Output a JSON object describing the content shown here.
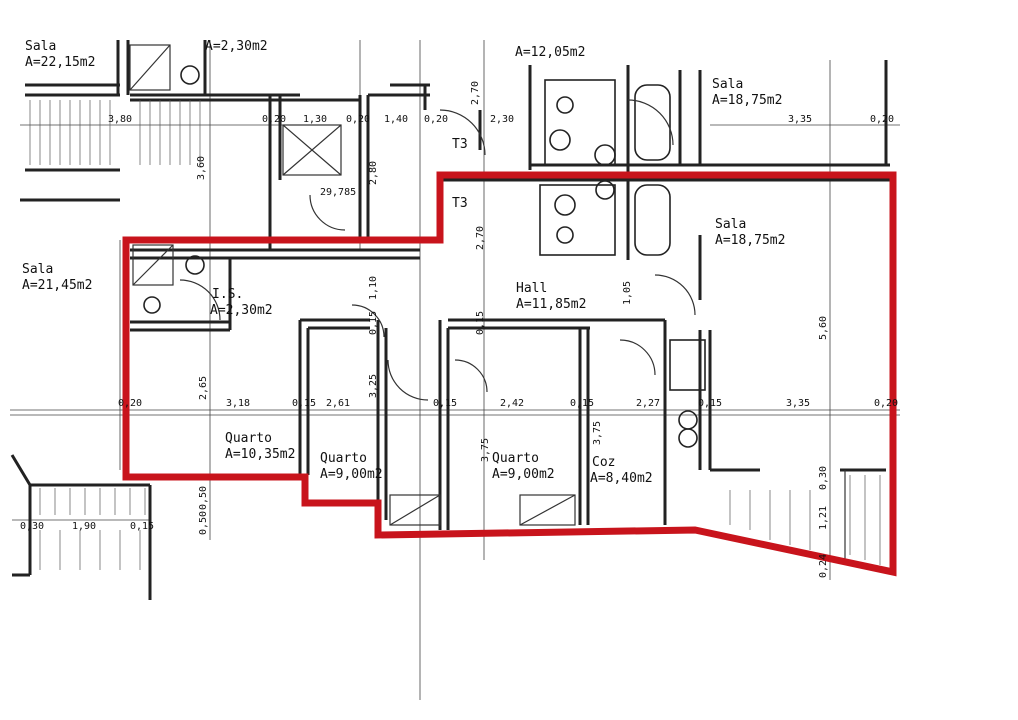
{
  "accent_color": "#c8141c",
  "rooms": {
    "sala_top_left": {
      "name": "Sala",
      "area": "A=22,15m2"
    },
    "is_top": {
      "area": "A=2,30m2"
    },
    "top_cut": {
      "area": "A=12,05m2"
    },
    "sala_top_right": {
      "name": "Sala",
      "area": "A=18,75m2"
    },
    "sala_right": {
      "name": "Sala",
      "area": "A=18,75m2"
    },
    "sala_left": {
      "name": "Sala",
      "area": "A=21,45m2"
    },
    "is_left": {
      "name": "I.S.",
      "area": "A=2,30m2"
    },
    "hall": {
      "name": "Hall",
      "area": "A=11,85m2"
    },
    "quarto1": {
      "name": "Quarto",
      "area": "A=10,35m2"
    },
    "quarto2": {
      "name": "Quarto",
      "area": "A=9,00m2"
    },
    "quarto3": {
      "name": "Quarto",
      "area": "A=9,00m2"
    },
    "coz": {
      "name": "Coz",
      "area": "A=8,40m2"
    }
  },
  "labels": {
    "t3_upper": "T3",
    "t3_lower": "T3",
    "level": "29,785"
  },
  "dimensions": {
    "d_3_80": "3,80",
    "d_0_20a": "0,20",
    "d_1_30": "1,30",
    "d_0_20b": "0,20",
    "d_1_40": "1,40",
    "d_0_20c": "0,20",
    "d_2_30": "2,30",
    "d_2_70a": "2,70",
    "d_2_80": "2,80",
    "d_3_60": "3,60",
    "d_3_35_top": "3,35",
    "d_0_20_top": "0,20",
    "d_2_70b": "2,70",
    "d_1_10": "1,10",
    "d_0_15a": "0,15",
    "d_0_15b": "0,15",
    "d_1_05": "1,05",
    "d_5_60": "5,60",
    "d_2_65": "2,65",
    "d_3_25": "3,25",
    "d_0_20_l": "0,20",
    "d_3_18": "3,18",
    "d_0_15_c": "0,15",
    "d_2_61": "2,61",
    "d_0_15_d": "0,15",
    "d_2_42": "2,42",
    "d_0_15_e": "0,15",
    "d_2_27": "2,27",
    "d_0_15_f": "0,15",
    "d_3_35_mid": "3,35",
    "d_0_20_r": "0,20",
    "d_3_75a": "3,75",
    "d_3_75b": "3,75",
    "d_0_50": "0,50",
    "d_0_50b": "0,50",
    "d_0_30": "0,30",
    "d_1_90": "1,90",
    "d_0_15_g": "0,15",
    "d_0_30r": "0,30",
    "d_1_21": "1,21",
    "d_0_24": "0,24"
  }
}
